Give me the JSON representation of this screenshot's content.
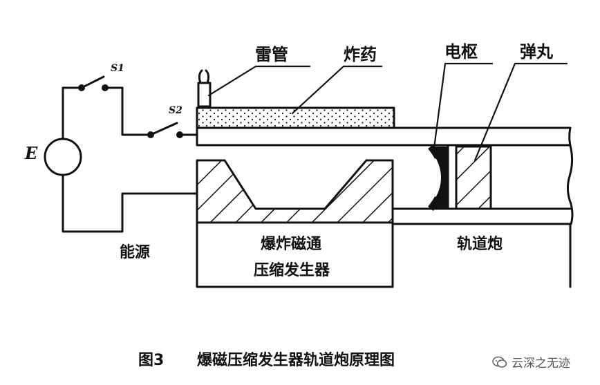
{
  "labels": {
    "detonator": "雷管",
    "explosive": "炸药",
    "armature": "电枢",
    "projectile": "弹丸",
    "switch1": "S1",
    "switch2": "S2",
    "source_symbol": "E",
    "energy_source": "能源",
    "generator_line1": "爆炸磁通",
    "generator_line2": "压缩发生器",
    "railgun": "轨道炮"
  },
  "caption": {
    "number": "图3",
    "title": "爆磁压缩发生器轨道炮原理图"
  },
  "watermark": {
    "icon": "wechat-icon",
    "text": "云深之无迹"
  }
}
